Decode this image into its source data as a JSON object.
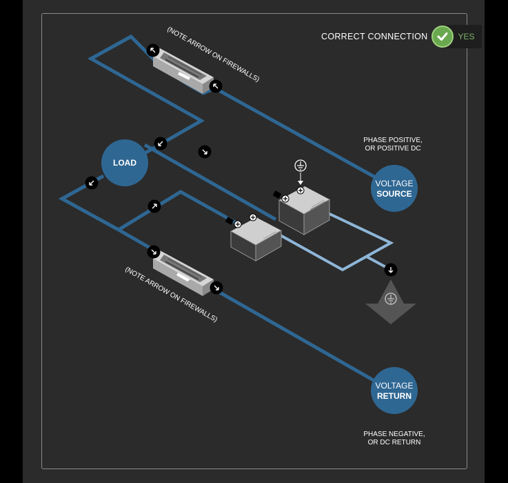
{
  "status": {
    "label": "CORRECT CONNECTION",
    "value": "YES",
    "icon": "checkmark-icon",
    "color": "#6aa84f"
  },
  "notes": {
    "top": "(NOTE ARROW ON FIREWALLS)",
    "bottom": "(NOTE ARROW ON FIREWALLS)"
  },
  "nodes": {
    "load": "LOAD",
    "source_line1": "VOLTAGE",
    "source_line2": "SOURCE",
    "return_line1": "VOLTAGE",
    "return_line2": "RETURN"
  },
  "captions": {
    "source_line1": "PHASE POSITIVE,",
    "source_line2": "OR POSITIVE DC",
    "return_line1": "PHASE NEGATIVE,",
    "return_line2": "OR DC RETURN"
  },
  "colors": {
    "wire": "#2f6793",
    "wire_light": "#8eb6d8",
    "node": "#2f6793",
    "background": "#2b2b2b"
  }
}
